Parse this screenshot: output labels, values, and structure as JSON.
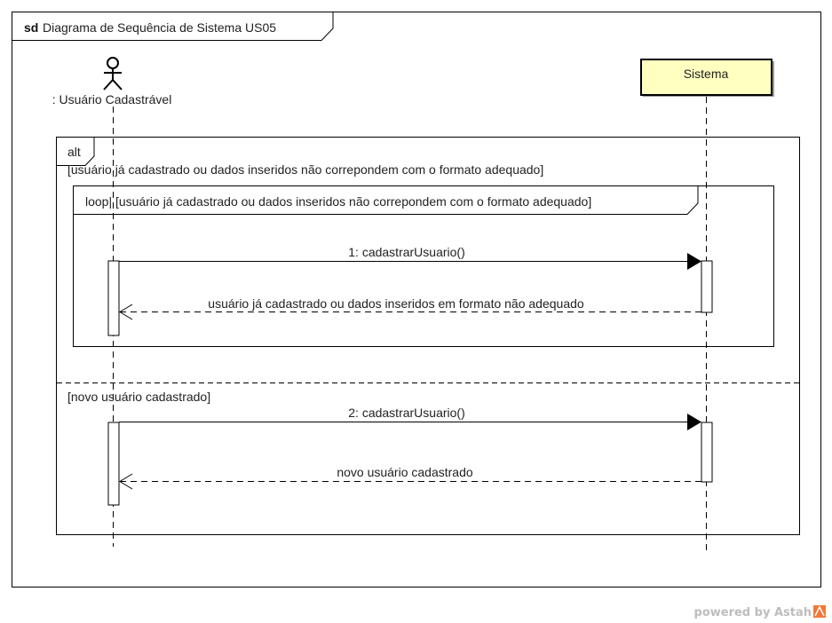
{
  "frame": {
    "keyword": "sd",
    "title": "Diagrama de Sequência de Sistema US05"
  },
  "lifelines": {
    "actor_label": ": Usuário Cadastrável",
    "system_label": "Sistema"
  },
  "alt_fragment": {
    "operator": "alt",
    "guard_1": "[usuário já cadastrado ou dados inseridos não correpondem com o formato adequado]",
    "guard_2": "[novo usuário cadastrado]"
  },
  "loop_fragment": {
    "label": "loop| [usuário já cadastrado ou dados inseridos não correpondem com o formato adequado]"
  },
  "messages": [
    {
      "label": "1: cadastrarUsuario()",
      "kind": "synchronous"
    },
    {
      "label": "usuário já cadastrado ou dados inseridos em formato não adequado",
      "kind": "return"
    },
    {
      "label": "2: cadastrarUsuario()",
      "kind": "synchronous"
    },
    {
      "label": "novo usuário cadastrado",
      "kind": "return"
    }
  ],
  "colors": {
    "system_box_fill": "#ffffc0",
    "line": "#000000"
  },
  "watermark": {
    "text": "powered by Astah",
    "logo_color": "#f07a3a"
  }
}
